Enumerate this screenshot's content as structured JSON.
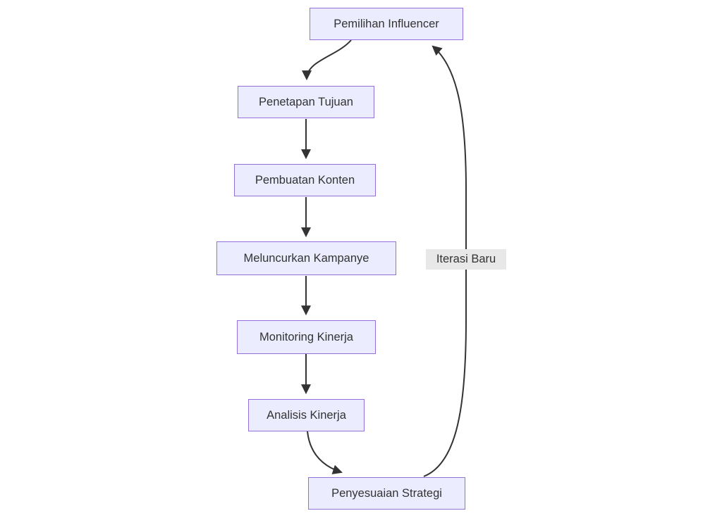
{
  "diagram": {
    "type": "flowchart",
    "direction": "top-down",
    "background": "#ffffff",
    "nodes": [
      {
        "id": "pemilihan-influencer",
        "label": "Pemilihan Influencer"
      },
      {
        "id": "penetapan-tujuan",
        "label": "Penetapan Tujuan"
      },
      {
        "id": "pembuatan-konten",
        "label": "Pembuatan Konten"
      },
      {
        "id": "meluncurkan-kampanye",
        "label": "Meluncurkan Kampanye"
      },
      {
        "id": "monitoring-kinerja",
        "label": "Monitoring Kinerja"
      },
      {
        "id": "analisis-kinerja",
        "label": "Analisis Kinerja"
      },
      {
        "id": "penyesuaian-strategi",
        "label": "Penyesuaian Strategi"
      }
    ],
    "edges": [
      {
        "from": "Pemilihan Influencer",
        "to": "Penetapan Tujuan",
        "label": ""
      },
      {
        "from": "Penetapan Tujuan",
        "to": "Pembuatan Konten",
        "label": ""
      },
      {
        "from": "Pembuatan Konten",
        "to": "Meluncurkan Kampanye",
        "label": ""
      },
      {
        "from": "Meluncurkan Kampanye",
        "to": "Monitoring Kinerja",
        "label": ""
      },
      {
        "from": "Monitoring Kinerja",
        "to": "Analisis Kinerja",
        "label": ""
      },
      {
        "from": "Analisis Kinerja",
        "to": "Penyesuaian Strategi",
        "label": ""
      },
      {
        "from": "Penyesuaian Strategi",
        "to": "Pemilihan Influencer",
        "label": "Iterasi Baru"
      }
    ],
    "colors": {
      "node_fill": "#ECECFF",
      "node_border": "#9370DB",
      "node_text": "#333333",
      "edge_stroke": "#333333",
      "edge_label_bg": "#e8e8e8",
      "edge_label_text": "#333333"
    }
  }
}
